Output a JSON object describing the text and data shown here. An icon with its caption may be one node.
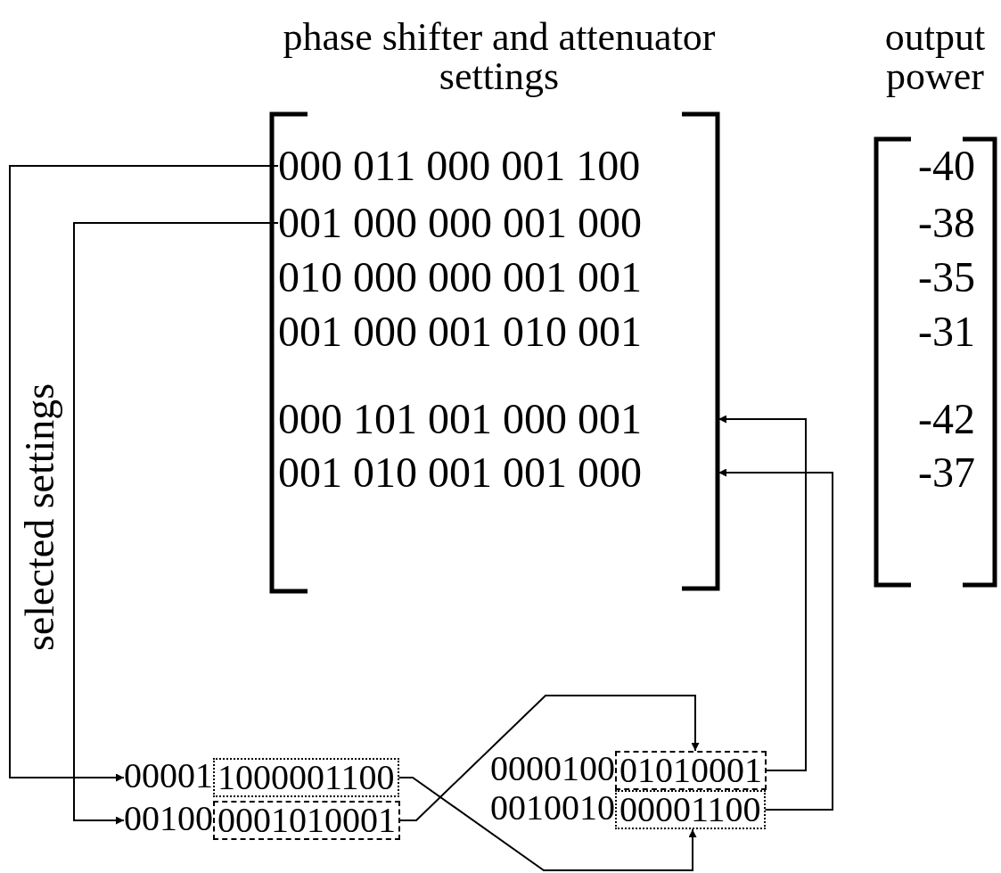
{
  "diagram": {
    "nodes": [
      {
        "text": [
          "phase shifter and attenuator settings"
        ]
      },
      {
        "text": [
          "000 011 000 001 100"
        ],
        "in": 0
      },
      {
        "text": [
          "001 000 000 001 000"
        ],
        "in": 0
      },
      {
        "text": [
          "010 000 000 001 001"
        ],
        "in": 0
      },
      {
        "text": [
          "001 000 001 010 001"
        ],
        "in": 0
      },
      {
        "text": [
          "000 101 001 000 001"
        ],
        "in": 0
      },
      {
        "text": [
          "001 010 001 001 000"
        ],
        "in": 0
      },
      {
        "text": [
          "output power"
        ]
      },
      {
        "text": [
          "-40"
        ],
        "in": 7
      },
      {
        "text": [
          "-38"
        ],
        "in": 7
      },
      {
        "text": [
          "-35"
        ],
        "in": 7
      },
      {
        "text": [
          "-31"
        ],
        "in": 7
      },
      {
        "text": [
          "-42"
        ],
        "in": 7
      },
      {
        "text": [
          "-37"
        ],
        "in": 7
      },
      {
        "text": [
          "00001"
        ]
      },
      {
        "text": [
          "1000001100"
        ]
      },
      {
        "text": [
          "00100"
        ]
      },
      {
        "text": [
          "0001010001"
        ]
      },
      {
        "text": [
          "0000100"
        ]
      },
      {
        "text": [
          "01010001"
        ]
      },
      {
        "text": [
          "0010010"
        ]
      },
      {
        "text": [
          "00001100"
        ]
      }
    ],
    "edges": [
      {
        "from": 1,
        "to": 14,
        "arrow": "to"
      },
      {
        "from": 2,
        "to": 16,
        "arrow": "to"
      },
      {
        "from": 15,
        "to": 21,
        "arrow": "to"
      },
      {
        "from": 17,
        "to": 19,
        "arrow": "to"
      },
      {
        "from": 19,
        "to": 5,
        "arrow": "to"
      },
      {
        "from": 21,
        "to": 6,
        "arrow": "to"
      }
    ],
    "labels": [
      "selected settings"
    ]
  }
}
